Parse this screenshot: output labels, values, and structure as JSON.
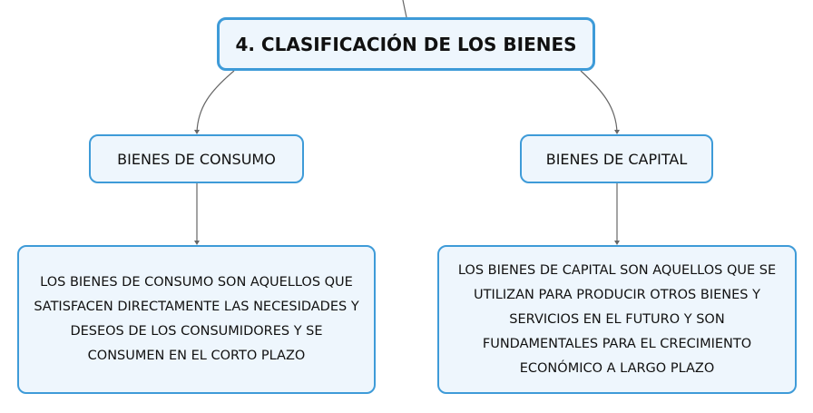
{
  "diagram": {
    "root": {
      "label": "4. CLASIFICACIÓN DE LOS BIENES"
    },
    "branches": [
      {
        "label": "BIENES DE CONSUMO",
        "description": "LOS BIENES DE CONSUMO SON AQUELLOS QUE SATISFACEN DIRECTAMENTE LAS NECESIDADES Y DESEOS DE LOS CONSUMIDORES Y SE CONSUMEN EN EL CORTO PLAZO"
      },
      {
        "label": "BIENES DE CAPITAL",
        "description": "LOS BIENES DE CAPITAL SON AQUELLOS QUE SE UTILIZAN PARA PRODUCIR OTROS BIENES Y SERVICIOS EN EL FUTURO Y SON FUNDAMENTALES PARA EL CRECIMIENTO ECONÓMICO A LARGO PLAZO"
      }
    ],
    "colors": {
      "node_border": "#3e9bd8",
      "node_fill": "#eef6fd",
      "connector": "#666666",
      "text": "#111111"
    }
  }
}
